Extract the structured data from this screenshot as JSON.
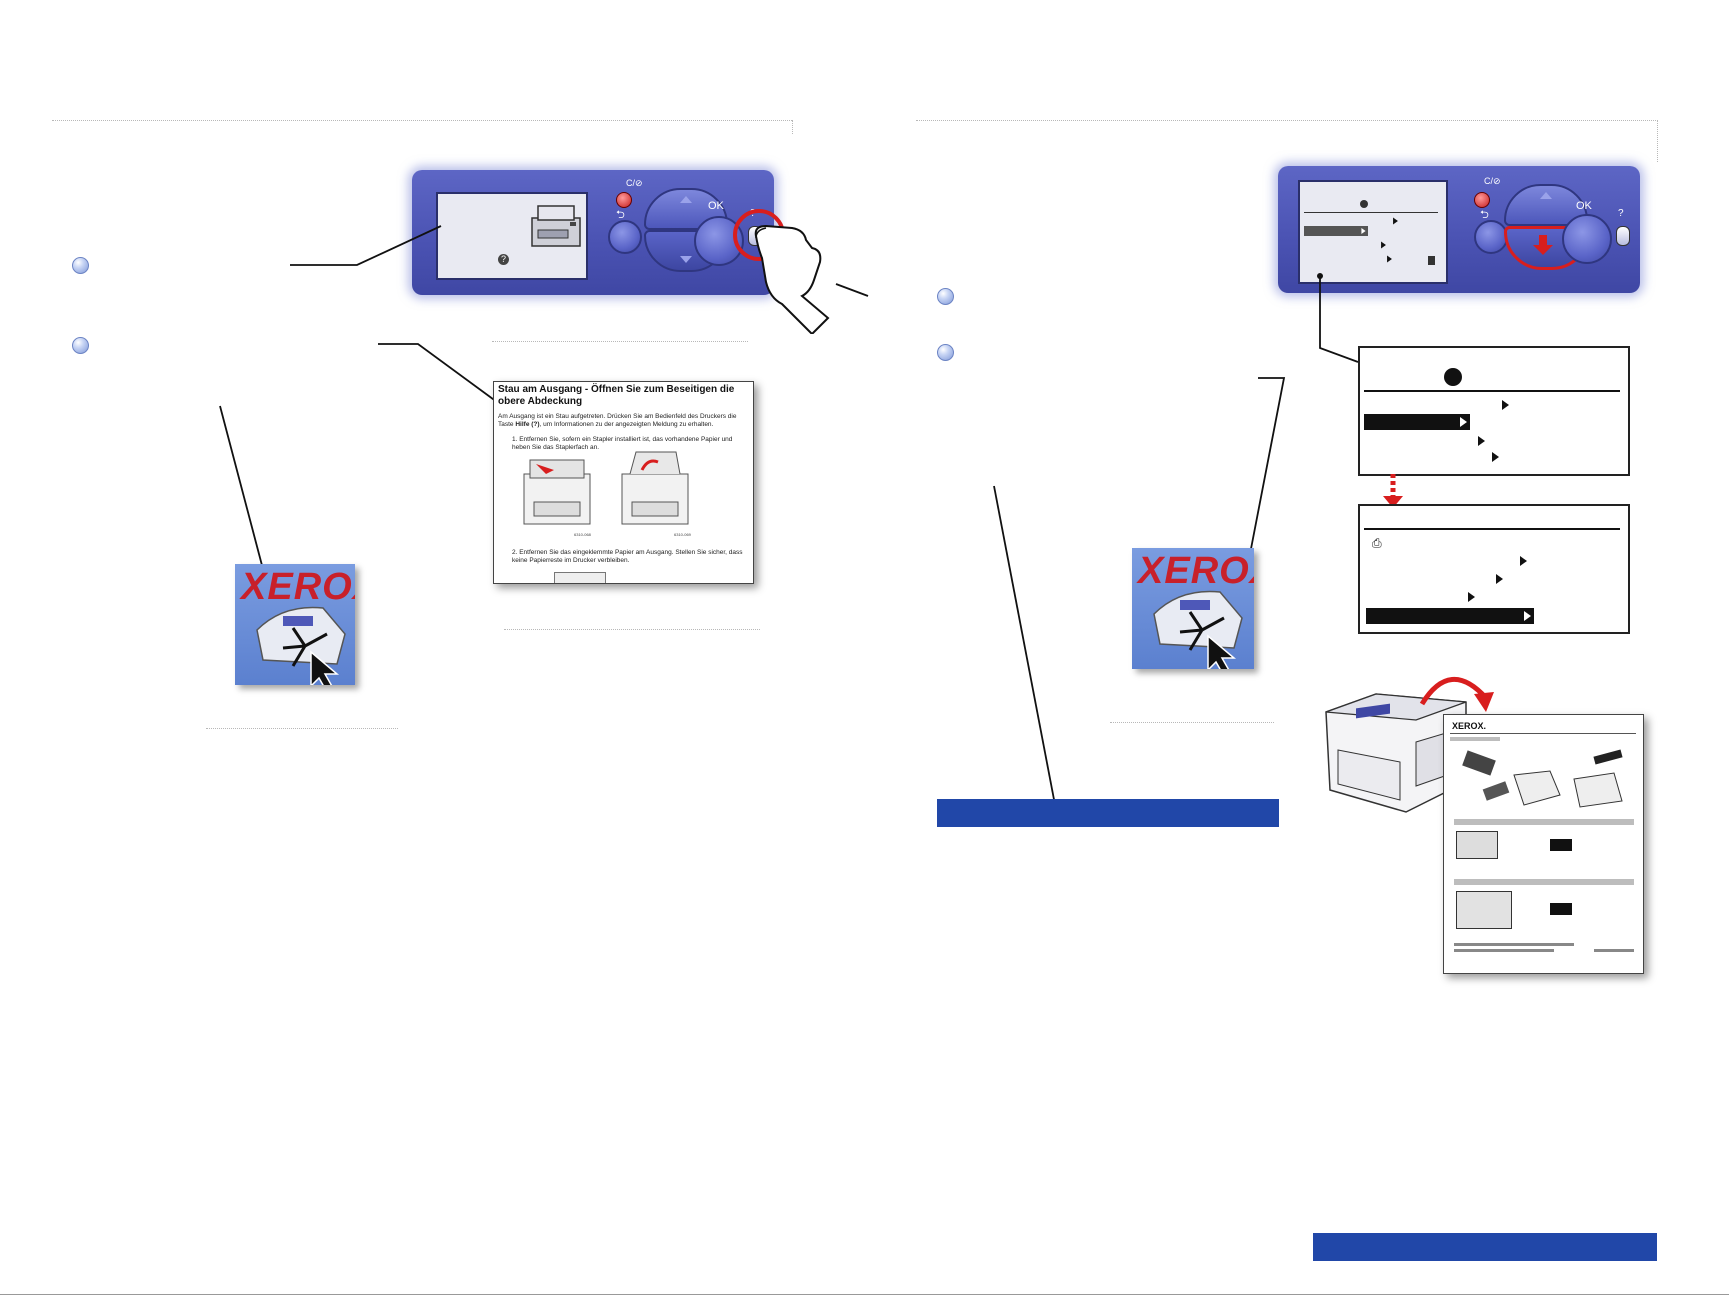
{
  "left_panel": {
    "ok_label": "OK",
    "help_key_label": "?",
    "clear_key_label": "C/⊘"
  },
  "right_panel": {
    "ok_label": "OK",
    "help_key_label": "?",
    "clear_key_label": "C/⊘"
  },
  "help_page": {
    "title": "Stau am Ausgang - Öffnen Sie zum Beseitigen die obere Abdeckung",
    "intro_prefix": "Am Ausgang ist ein Stau aufgetreten. Drücken Sie am Bedienfeld des Druckers die Taste ",
    "intro_bold": "Hilfe (?)",
    "intro_suffix": ", um Informationen zu der angezeigten Meldung zu erhalten.",
    "step1": "1.  Entfernen Sie, sofern ein Stapler installiert ist, das vorhandene Papier und heben Sie das Staplerfach an.",
    "step2": "2.  Entfernen Sie das eingeklemmte Papier am Ausgang. Stellen Sie sicher, dass keine Papierreste im Drucker verbleiben.",
    "fig1_code": "6310-068",
    "fig2_code": "6310-069"
  },
  "logos": {
    "xerox_left": "XEROX",
    "xerox_right": "XEROX",
    "xerox_doc": "XEROX."
  },
  "icons": [
    "help-icon",
    "printer-icon",
    "finger-press-icon",
    "arrow-down-icon",
    "cursor-click-icon"
  ],
  "colors": {
    "panel": "#4a52b2",
    "accent_red": "#d81e1e",
    "blue_bar": "#2147a8"
  }
}
